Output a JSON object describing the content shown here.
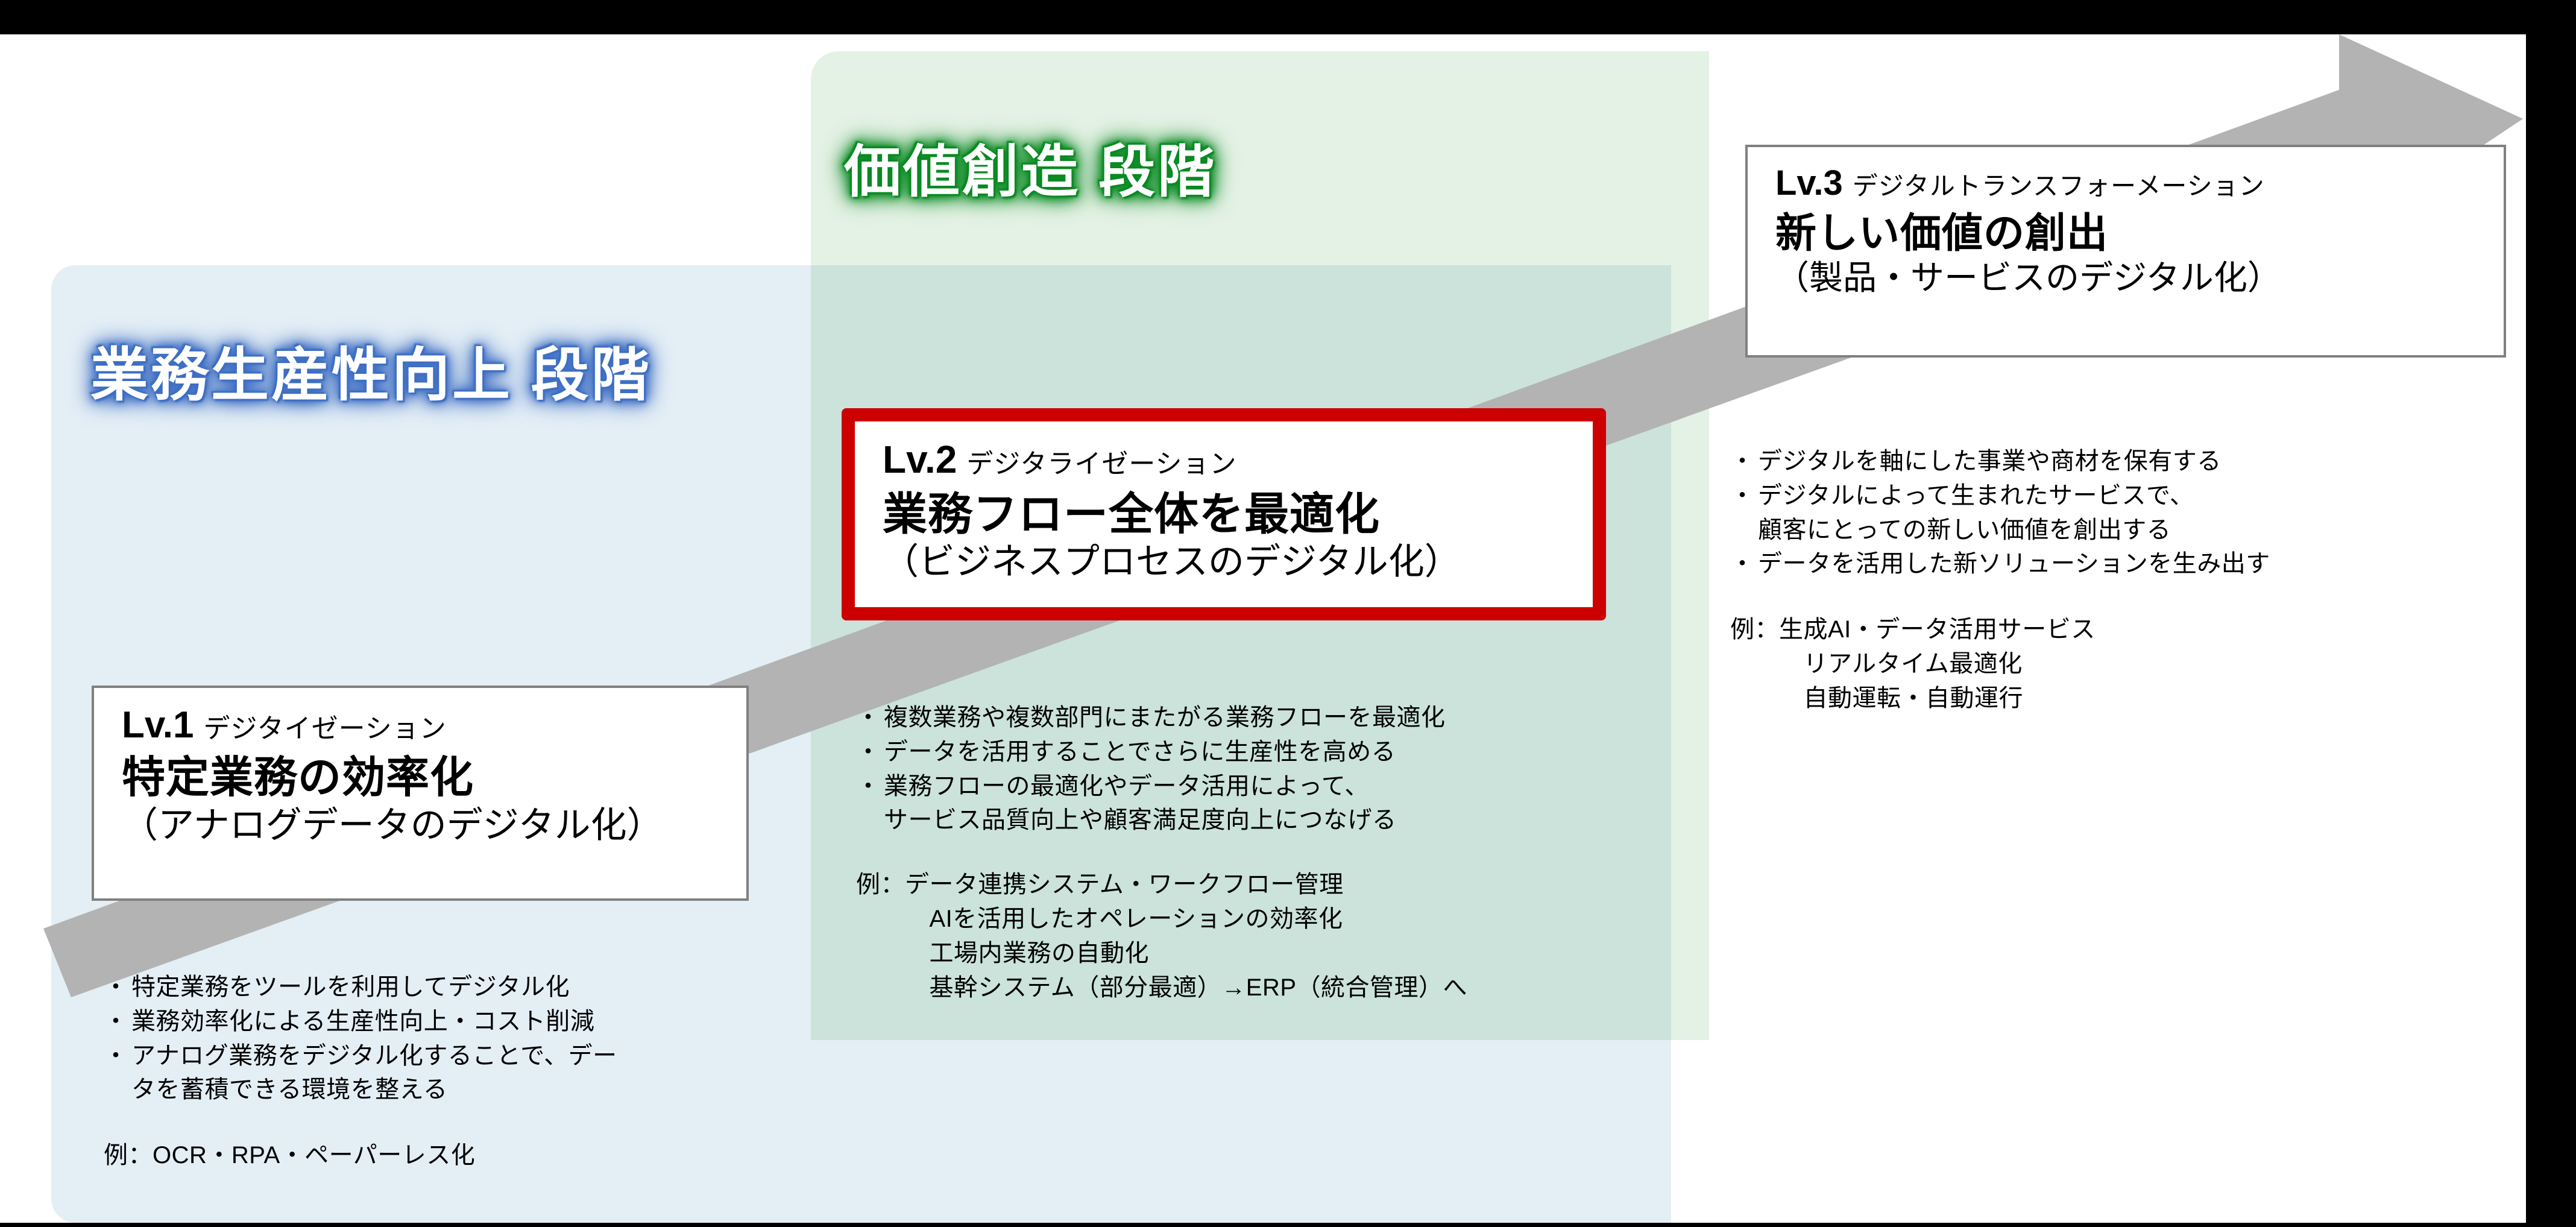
{
  "colors": {
    "stage_blue_panel": "#e4eef5",
    "stage_green_panel": "#e4f1e5",
    "overlap": "#cbe3da",
    "arrow": "#b3b3b3",
    "lv1_border": "#808080",
    "lv2_border": "#cc0000",
    "lv3_border": "#808080",
    "blue_glow": "#3f6fc4",
    "green_glow": "#0a8a23",
    "text": "#000000"
  },
  "stages": {
    "productivity": {
      "title": "業務生産性向上 段階"
    },
    "value_creation": {
      "title": "価値創造 段階"
    }
  },
  "levels": [
    {
      "id": "lv1",
      "number": "Lv.1",
      "english": "デジタイゼーション",
      "main": "特定業務の効率化",
      "sub": "（アナログデータのデジタル化）",
      "bullets": [
        "特定業務をツールを利用してデジタル化",
        "業務効率化による生産性向上・コスト削減",
        "アナログ業務をデジタル化することで、デー\nタを蓄積できる環境を整える"
      ],
      "example": "例：OCR・RPA・ペーパーレス化"
    },
    {
      "id": "lv2",
      "number": "Lv.2",
      "english": "デジタライゼーション",
      "main": "業務フロー全体を最適化",
      "sub": "（ビジネスプロセスのデジタル化）",
      "bullets": [
        "複数業務や複数部門にまたがる業務フローを最適化",
        "データを活用することでさらに生産性を高める",
        "業務フローの最適化やデータ活用によって、\nサービス品質向上や顧客満足度向上につなげる"
      ],
      "example": "例：データ連携システム・ワークフロー管理\n　　　AIを活用したオペレーションの効率化\n　　　工場内業務の自動化\n　　　基幹システム（部分最適）→ERP（統合管理）へ"
    },
    {
      "id": "lv3",
      "number": "Lv.3",
      "english": "デジタルトランスフォーメーション",
      "main": "新しい価値の創出",
      "sub": "（製品・サービスのデジタル化）",
      "bullets": [
        "デジタルを軸にした事業や商材を保有する",
        "デジタルによって生まれたサービスで、\n顧客にとっての新しい価値を創出する",
        "データを活用した新ソリューションを生み出す"
      ],
      "example": "例：生成AI・データ活用サービス\n　　　リアルタイム最適化\n　　　自動運転・自動運行"
    }
  ],
  "bullet_marker": "・",
  "arrow": {
    "name": "growth-arrow",
    "direction": "up-right"
  }
}
